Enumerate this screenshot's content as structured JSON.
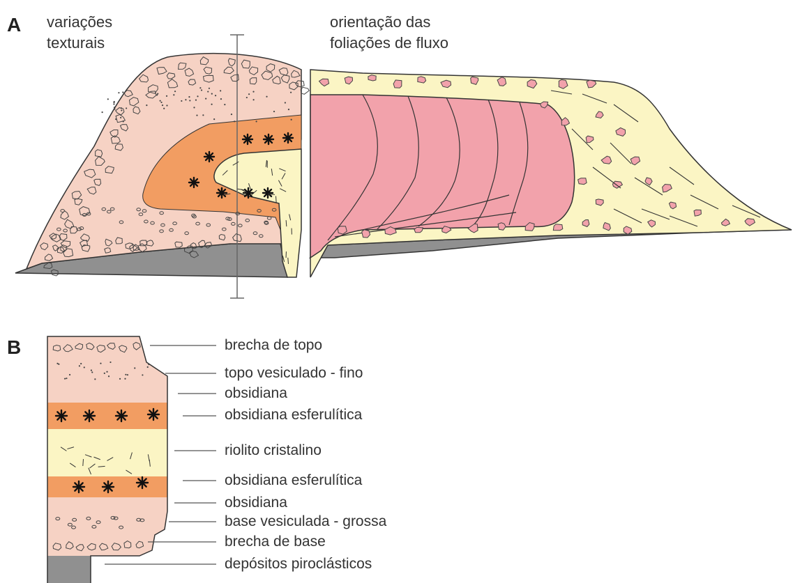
{
  "panel_a": {
    "letter": "A",
    "left_title_line1": "variações",
    "left_title_line2": "texturais",
    "right_title_line1": "orientação das",
    "right_title_line2": "foliações de fluxo"
  },
  "panel_b": {
    "letter": "B",
    "legend": [
      "brecha de topo",
      "topo vesiculado - fino",
      "obsidiana",
      "obsidiana esferulítica",
      "riolito cristalino",
      "obsidiana esferulítica",
      "obsidiana",
      "base vesiculada - grossa",
      "brecha de base",
      "depósitos piroclásticos"
    ]
  },
  "colors": {
    "breccia_pink": "#f6d2c4",
    "obsidian_orange": "#f29d62",
    "rhyolite_yellow": "#fbf5c4",
    "flow_pink": "#f2a2ab",
    "pyroclastic_gray": "#909090",
    "outline": "#333333"
  }
}
